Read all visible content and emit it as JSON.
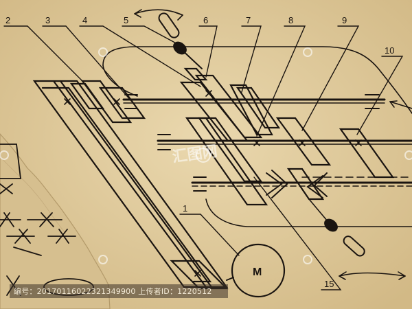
{
  "diagram": {
    "callouts": [
      "1",
      "2",
      "3",
      "4",
      "5",
      "6",
      "7",
      "8",
      "9",
      "10",
      "15"
    ],
    "motor_label": "M"
  },
  "colors": {
    "paper": "#e3cfa3",
    "ink": "#1a1410",
    "torn_paper": "#d9c394",
    "watermark_logo": "#ffffff"
  },
  "watermark": {
    "logo_text": "汇图网",
    "caption": "编号：20170116022321349900 上传者ID：1220512"
  }
}
